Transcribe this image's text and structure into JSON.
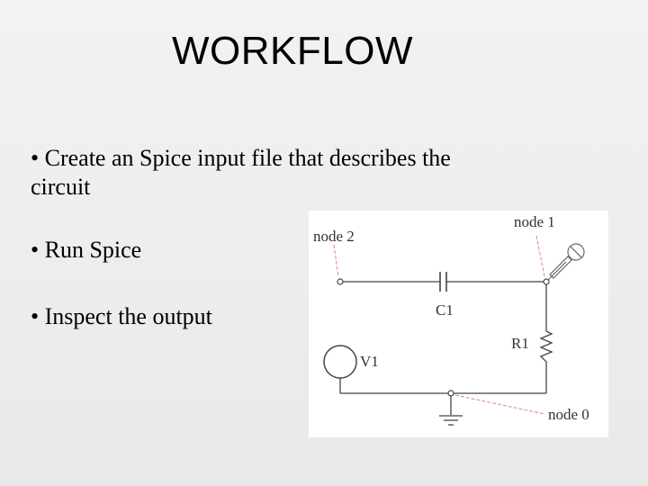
{
  "slide": {
    "title": "WORKFLOW",
    "bullets": [
      {
        "marker": "•",
        "text": "Create an Spice input file that describes the circuit"
      },
      {
        "marker": "•",
        "text": "Run Spice"
      },
      {
        "marker": "•",
        "text": "Inspect the output"
      }
    ]
  },
  "circuit": {
    "labels": {
      "node2": "node 2",
      "node1": "node 1",
      "node0": "node 0",
      "c1": "C1",
      "r1": "R1",
      "v1": "V1"
    },
    "colors": {
      "wire": "#444444",
      "pointer": "#d8898a",
      "background": "#ffffff"
    }
  }
}
